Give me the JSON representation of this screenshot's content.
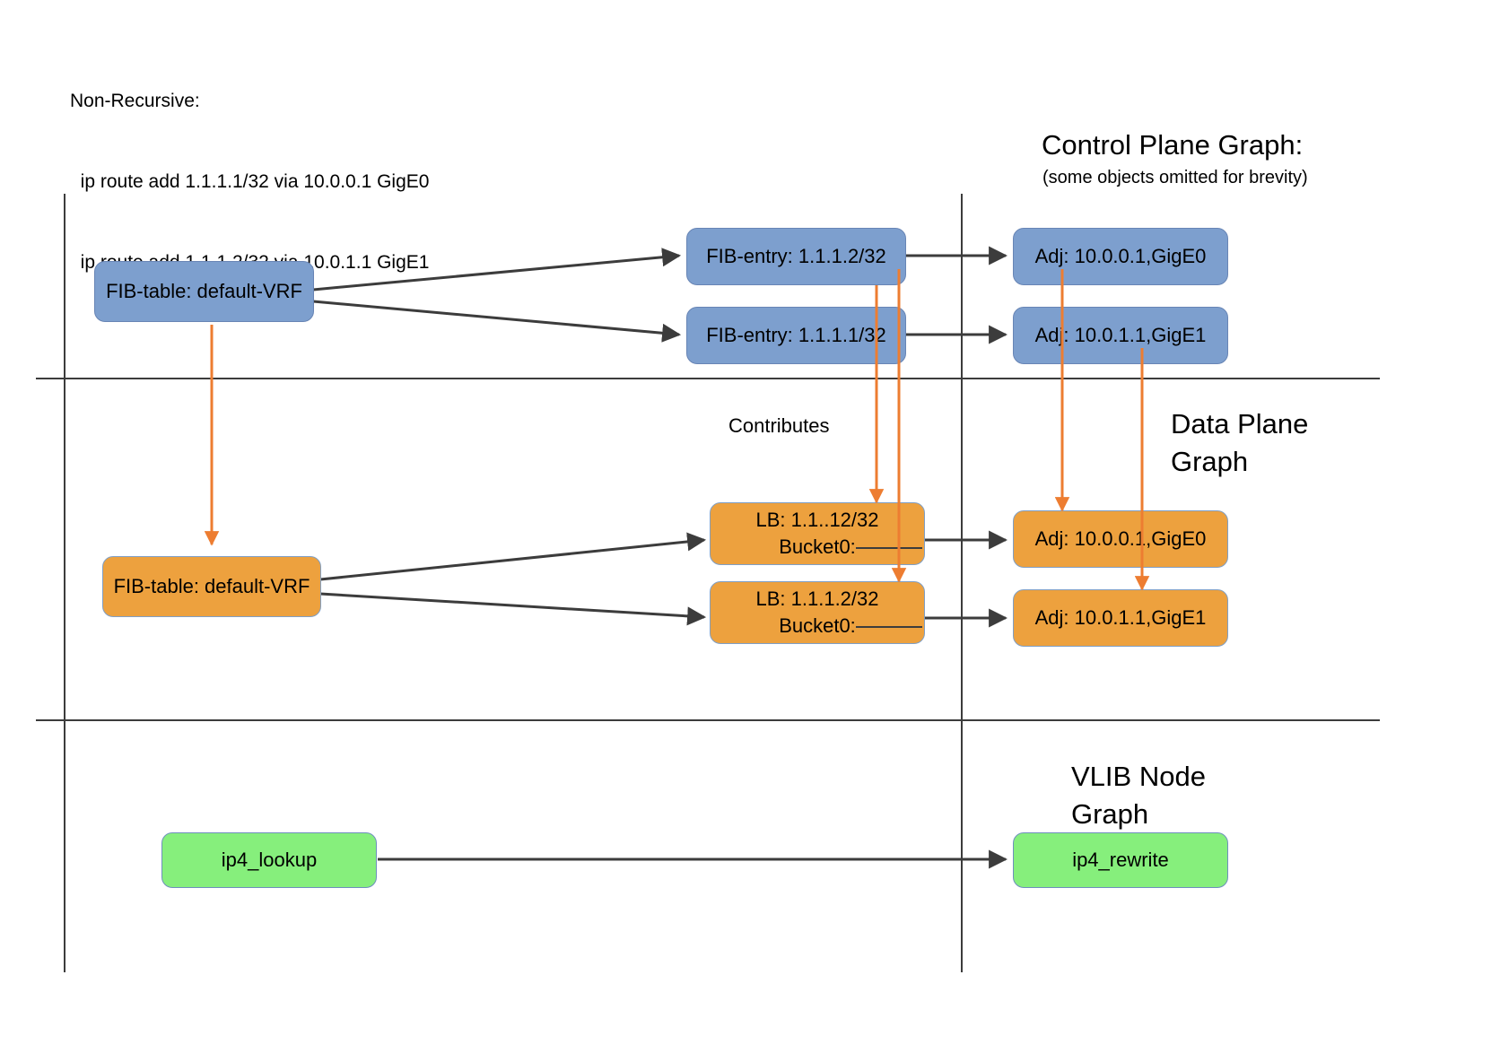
{
  "header": {
    "title_line": "Non-Recursive:",
    "route_line_1": "  ip route add 1.1.1.1/32 via 10.0.0.1 GigE0",
    "route_line_2": "  ip route add 1.1.1.2/32 via 10.0.1.1 GigE1"
  },
  "sections": {
    "control_plane": {
      "title": "Control Plane Graph:",
      "subtitle": "(some objects omitted for brevity)"
    },
    "data_plane": {
      "title_line_1": "Data Plane",
      "title_line_2": "Graph"
    },
    "vlib": {
      "title_line_1": "VLIB Node",
      "title_line_2": "Graph"
    }
  },
  "labels": {
    "contributes": "Contributes"
  },
  "control_plane_nodes": {
    "fib_table": "FIB-table: default-VRF",
    "fib_entry_top": "FIB-entry: 1.1.1.2/32",
    "fib_entry_bottom": "FIB-entry: 1.1.1.1/32",
    "adj_top": "Adj: 10.0.0.1,GigE0",
    "adj_bottom": "Adj: 10.0.1.1,GigE1"
  },
  "data_plane_nodes": {
    "fib_table": "FIB-table: default-VRF",
    "lb_top_line_1": "LB: 1.1..12/32",
    "lb_top_line_2": "Bucket0:",
    "lb_bottom_line_1": "LB: 1.1.1.2/32",
    "lb_bottom_line_2": "Bucket0:",
    "adj_top": "Adj: 10.0.0.1,GigE0",
    "adj_bottom": "Adj: 10.0.1.1,GigE1"
  },
  "vlib_nodes": {
    "lookup": "ip4_lookup",
    "rewrite": "ip4_rewrite"
  },
  "colors": {
    "control_plane_fill": "#7d9fce",
    "data_plane_fill": "#eda13e",
    "vlib_fill": "#86ef7c",
    "edge_black": "#3c3c3c",
    "edge_orange": "#ed7d31",
    "rule_line": "#3c3c3c"
  }
}
